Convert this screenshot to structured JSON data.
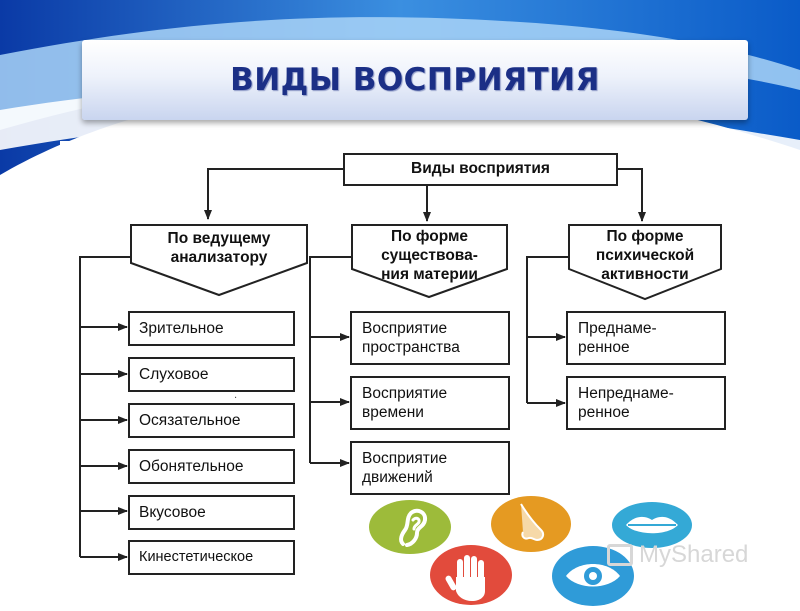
{
  "page_title": "ВИДЫ ВОСПРИЯТИЯ",
  "diagram": {
    "root": "Виды восприятия",
    "categories": [
      {
        "title": "По ведущему\nанализатору",
        "items": [
          "Зрительное",
          "Слуховое",
          "Осязательное",
          "Обонятельное",
          "Вкусовое",
          "Кинестетическое"
        ]
      },
      {
        "title": "По форме\nсуществова-\nния материи",
        "items": [
          "Восприятие\nпространства",
          "Восприятие\nвремени",
          "Восприятие\nдвижений"
        ]
      },
      {
        "title": "По форме\nпсихической\nактивности",
        "items": [
          "Преднаме-\nренное",
          "Непреднаме-\nренное"
        ]
      }
    ]
  },
  "icons": [
    "ear-icon",
    "nose-icon",
    "lips-icon",
    "hand-icon",
    "eye-icon"
  ],
  "colors": {
    "title_text": "#1b2f86",
    "ear": "#9dbb3a",
    "nose": "#e59a22",
    "lips": "#34a9d6",
    "hand": "#e24b3c",
    "eye": "#2f9bd8"
  },
  "watermark": "MyShared"
}
